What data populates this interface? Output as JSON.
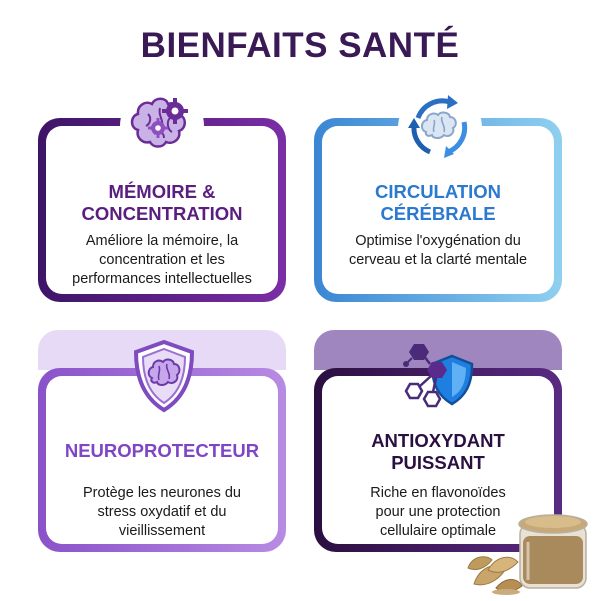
{
  "title": "BIENFAITS SANTÉ",
  "cards": [
    {
      "title_line1": "MÉMOIRE &",
      "title_line2": "CONCENTRATION",
      "desc_line1": "Améliore la mémoire, la",
      "desc_line2": "concentration et les",
      "desc_line3": "performances intellectuelles",
      "icon": "brain-gears-icon",
      "accent": "#5a1e7f"
    },
    {
      "title_line1": "CIRCULATION",
      "title_line2": "CÉRÉBRALE",
      "desc_line1": "Optimise l'oxygénation du",
      "desc_line2": "cerveau et la clarté mentale",
      "icon": "brain-circulation-icon",
      "accent": "#2b7ad0"
    },
    {
      "title_line1": "NEUROPROTECTEUR",
      "desc_line1": "Protège les neurones du",
      "desc_line2": "stress oxydatif et du",
      "desc_line3": "vieillissement",
      "icon": "brain-shield-icon",
      "accent": "#7f45c4"
    },
    {
      "title_line1": "ANTIOXYDANT",
      "title_line2": "PUISSANT",
      "desc_line1": "Riche en flavonoïdes",
      "desc_line2": "pour une protection",
      "desc_line3": "cellulaire optimale",
      "icon": "molecule-shield-icon",
      "accent": "#2b0f40"
    }
  ]
}
